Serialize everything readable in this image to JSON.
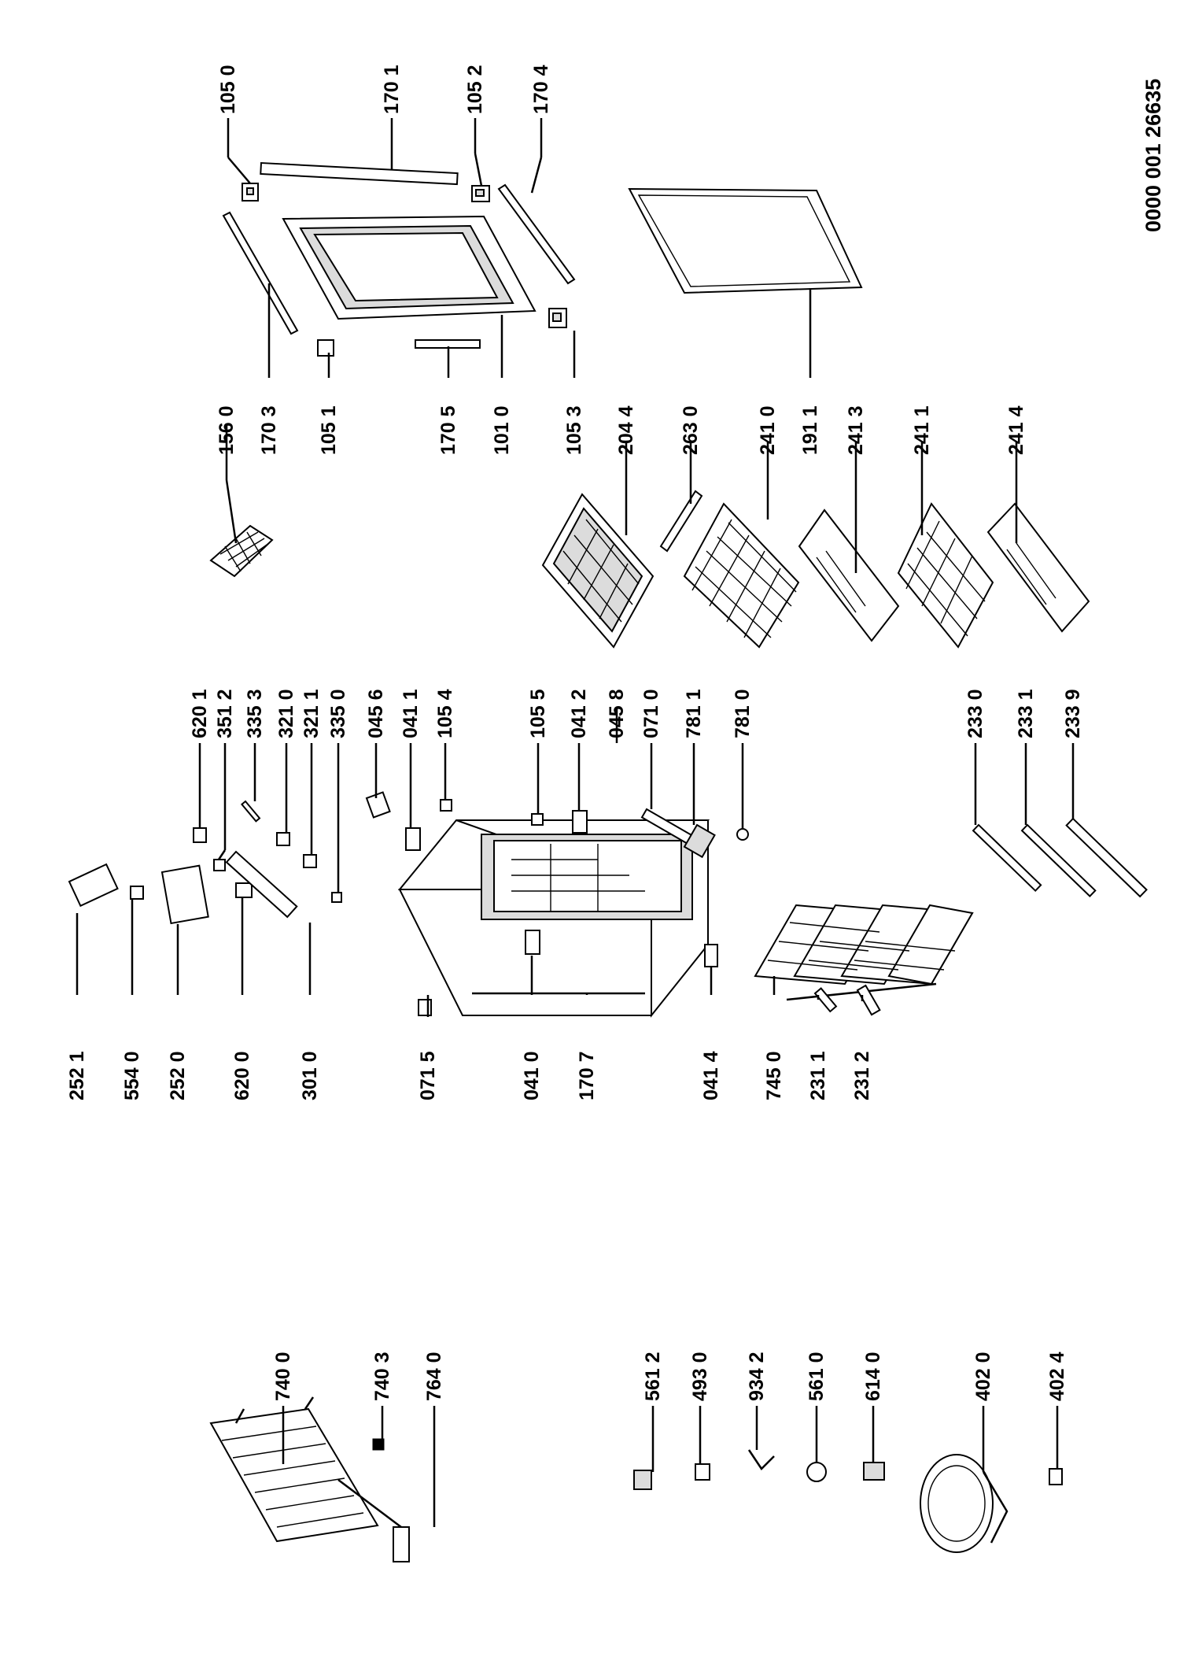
{
  "document": {
    "number": "0000 001 26635"
  },
  "diagram": {
    "type": "exploded-parts-view",
    "orientation": "rotated 90 degrees counter-clockwise",
    "callouts": [
      "105 0",
      "170 1",
      "105 2",
      "170 4",
      "156 0",
      "170 3",
      "105 1",
      "170 5",
      "101 0",
      "105 3",
      "204 4",
      "263 0",
      "241 0",
      "191 1",
      "241 3",
      "241 1",
      "241 4",
      "252 1",
      "554 0",
      "252 0",
      "620 0",
      "301 0",
      "071 5",
      "041 0",
      "170 7",
      "041 4",
      "745 0",
      "231 1",
      "231 2",
      "620 1",
      "351 2",
      "335 3",
      "321 0",
      "321 1",
      "335 0",
      "045 6",
      "041 1",
      "105 4",
      "105 5",
      "041 2",
      "045 8",
      "071 0",
      "781 1",
      "781 0",
      "233 0",
      "233 1",
      "233 9",
      "740 0",
      "740 3",
      "764 0",
      "561 2",
      "493 0",
      "934 2",
      "561 0",
      "614 0",
      "402 0",
      "402 4"
    ]
  }
}
